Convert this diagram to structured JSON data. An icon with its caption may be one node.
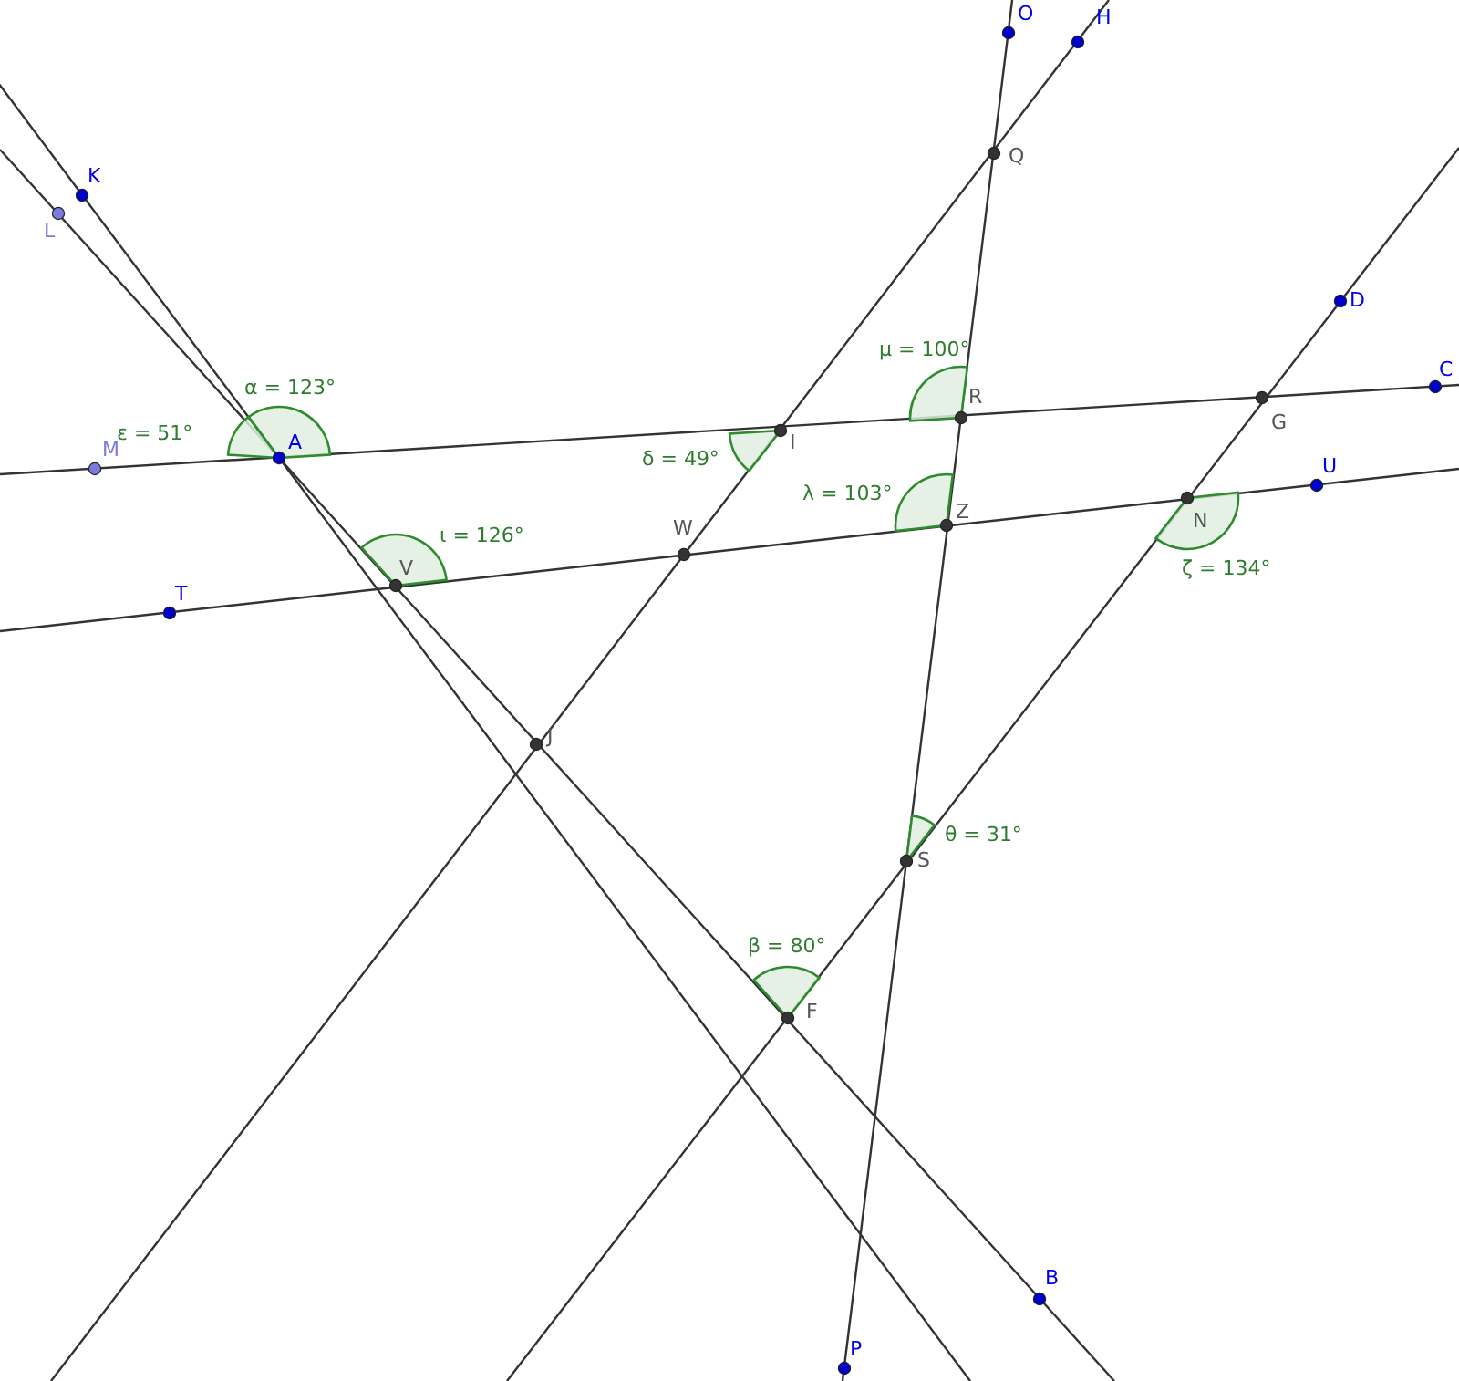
{
  "diagram": {
    "labels": [
      "O",
      "H",
      "Q",
      "K",
      "L",
      "D",
      "μ = 100°",
      "C",
      "R",
      "G",
      "α = 123°",
      "M",
      "ε = 51°",
      "A",
      "δ = 49°",
      "I",
      "U",
      "λ = 103°",
      "Z",
      "N",
      "W",
      "ι = 126°",
      "V",
      "ζ = 134°",
      "T",
      "J",
      "θ = 31°",
      "S",
      "β = 80°",
      "F",
      "B",
      "P"
    ]
  }
}
